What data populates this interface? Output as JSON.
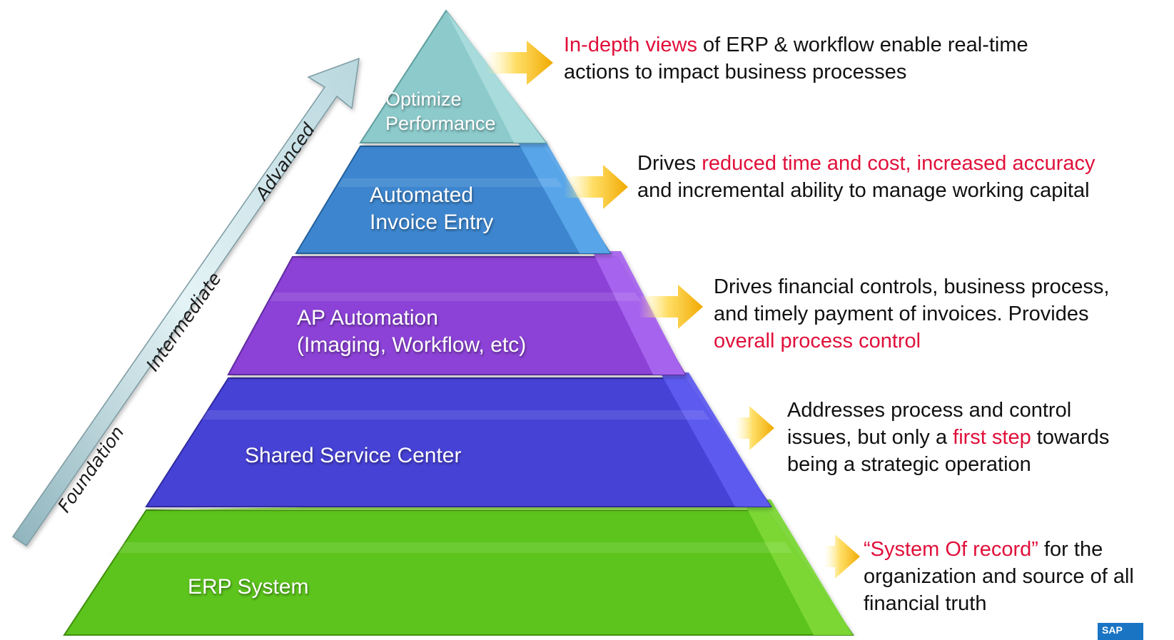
{
  "progression_arrow": {
    "stages": [
      "Foundation",
      "Intermediate",
      "Advanced"
    ]
  },
  "tiers": [
    {
      "id": "erp",
      "label_lines": [
        "ERP System"
      ],
      "color": "#5cc41a",
      "description": [
        [
          {
            "text": "“System Of record”",
            "highlight": true
          },
          {
            "text": " for the",
            "highlight": false
          }
        ],
        [
          {
            "text": "organization and source of all",
            "highlight": false
          }
        ],
        [
          {
            "text": "financial truth",
            "highlight": false
          }
        ]
      ]
    },
    {
      "id": "ssc",
      "label_lines": [
        "Shared Service Center"
      ],
      "color": "#4742d6",
      "description": [
        [
          {
            "text": "Addresses process and control",
            "highlight": false
          }
        ],
        [
          {
            "text": "issues, but only a ",
            "highlight": false
          },
          {
            "text": "first step",
            "highlight": true
          },
          {
            "text": " towards",
            "highlight": false
          }
        ],
        [
          {
            "text": "being a strategic operation",
            "highlight": false
          }
        ]
      ]
    },
    {
      "id": "ap",
      "label_lines": [
        "AP Automation",
        "(Imaging, Workflow, etc)"
      ],
      "color": "#8c43d6",
      "description": [
        [
          {
            "text": "Drives financial controls, business process,",
            "highlight": false
          }
        ],
        [
          {
            "text": "and timely payment of invoices. Provides",
            "highlight": false
          }
        ],
        [
          {
            "text": "overall process control",
            "highlight": true
          }
        ]
      ]
    },
    {
      "id": "aie",
      "label_lines": [
        "Automated",
        "Invoice Entry"
      ],
      "color": "#3d86cf",
      "description": [
        [
          {
            "text": "Drives ",
            "highlight": false
          },
          {
            "text": "reduced time and cost, increased accuracy",
            "highlight": true
          }
        ],
        [
          {
            "text": "and incremental ability to manage working capital",
            "highlight": false
          }
        ]
      ]
    },
    {
      "id": "opt",
      "label_lines": [
        "Optimize",
        "Performance"
      ],
      "color": "#8ccacb",
      "description": [
        [
          {
            "text": "In-depth views",
            "highlight": true
          },
          {
            "text": " of ERP & workflow enable real-time",
            "highlight": false
          }
        ],
        [
          {
            "text": "actions to impact business processes",
            "highlight": false
          }
        ]
      ]
    }
  ],
  "colors": {
    "highlight_text": "#e0103a",
    "body_text": "#111111",
    "arrow_gold": "#f2b705",
    "progression_arrow": "#d2e8ee",
    "logo": "#1a74c4"
  },
  "logo_text": "SAP"
}
